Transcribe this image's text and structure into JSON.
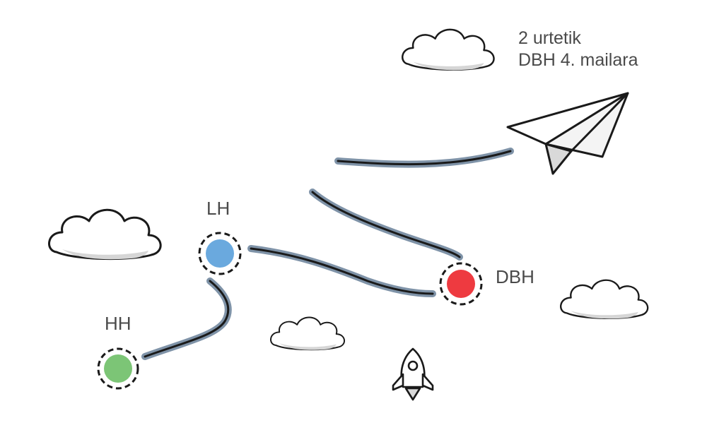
{
  "caption": {
    "line1": "2 urtetik",
    "line2": "DBH 4. mailara"
  },
  "stages": [
    {
      "id": "hh",
      "label": "HH",
      "color": "#7cc576"
    },
    {
      "id": "lh",
      "label": "LH",
      "color": "#6aa9de"
    },
    {
      "id": "dbh",
      "label": "DBH",
      "color": "#ee3a40"
    }
  ],
  "path_color": "#7f93a8",
  "decorations": [
    "cloud-icon",
    "paper-plane-icon",
    "rocket-icon"
  ]
}
